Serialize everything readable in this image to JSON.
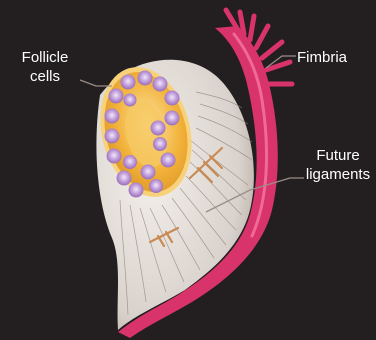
{
  "labels": {
    "follicle_line1": "Follicle",
    "follicle_line2": "cells",
    "fimbria": "Fimbria",
    "future_line1": "Future",
    "future_line2": "ligaments"
  },
  "colors": {
    "background": "#231f20",
    "follicle_fill": "#f2b23a",
    "follicle_rim": "#f7d27a",
    "cell_fill": "#b28bd0",
    "cell_core": "#e8dcf2",
    "tissue_fill": "#e9e4df",
    "fimbria": "#d8336a",
    "leader_line": "#9a8c86"
  }
}
